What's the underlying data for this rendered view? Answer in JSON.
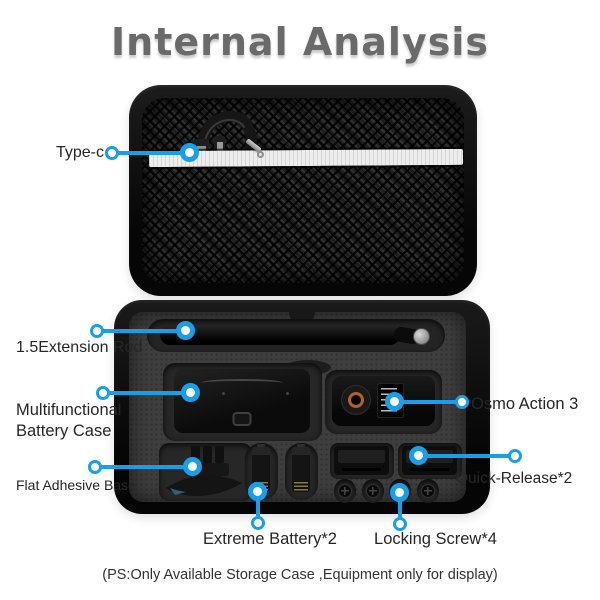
{
  "title": "Internal Analysis",
  "footnote": "(PS:Only Available Storage Case ,Equipment only for display)",
  "colors": {
    "accent_blue": "#1a9ee8",
    "title_gray": "#6a6a6a",
    "label_dark": "#272727",
    "case_black": "#0d0d0d",
    "foam_gray": "#3e3e3e",
    "zipper_white": "#ededed",
    "lens_ring_orange": "#b45f28",
    "background": "#ffffff"
  },
  "callouts": {
    "type_c": {
      "label": "Type-c"
    },
    "extension_rod": {
      "label": "1.5Extension Rod"
    },
    "battery_case": {
      "label": "Multifunctional\nBattery Case"
    },
    "osmo_action": {
      "label": "Osmo Action 3"
    },
    "adhesive_base": {
      "label": "Flat Adhesive Base"
    },
    "quick_release": {
      "label": "Quick-Release*2"
    },
    "extreme_battery": {
      "label": "Extreme Battery*2"
    },
    "locking_screw": {
      "label": "Locking Screw*4"
    }
  }
}
